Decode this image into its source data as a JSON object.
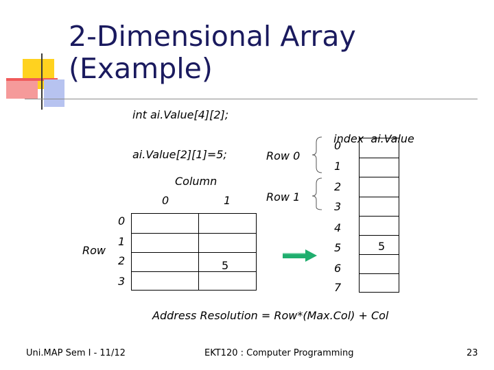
{
  "title_line1": "2-Dimensional Array",
  "title_line2": "(Example)",
  "declaration": "int ai.Value[4][2];",
  "assignment": "ai.Value[2][1]=5;",
  "column_label": "Column",
  "column_indices": [
    "0",
    "1"
  ],
  "row_label": "Row",
  "row_indices": [
    "0",
    "1",
    "2",
    "3"
  ],
  "grid_value": "5",
  "memory_header": "index  ai.Value",
  "row_groups": [
    "Row 0",
    "Row 1"
  ],
  "memory_indices": [
    "0",
    "1",
    "2",
    "3",
    "4",
    "5",
    "6",
    "7"
  ],
  "memory_value": "5",
  "formula": "Address Resolution = Row*(Max.Col) + Col",
  "footer": {
    "left": "Uni.MAP Sem I - 11/12",
    "center": "EKT120 : Computer Programming",
    "page": "23"
  },
  "colors": {
    "title": "#1a1a5e",
    "arrow": "#1fae6e",
    "accent_yellow": "#ffd21f",
    "accent_red": "#f05a5a",
    "accent_blue": "#a9b7ee"
  }
}
